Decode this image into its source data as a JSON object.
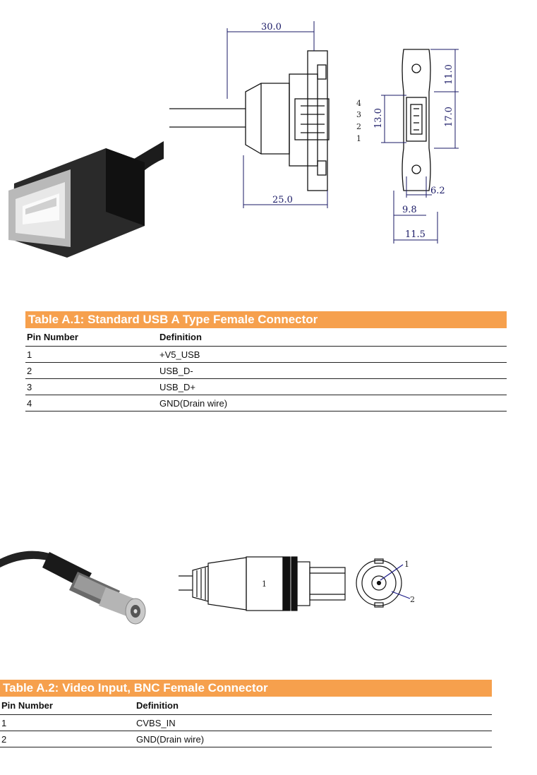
{
  "usb": {
    "dims": {
      "d30": "30.0",
      "d25": "25.0",
      "d11": "11.0",
      "d17": "17.0",
      "d13": "13.0",
      "d62": "6.2",
      "d98": "9.8",
      "d115": "11.5"
    },
    "pins": [
      "4",
      "3",
      "2",
      "1"
    ]
  },
  "table1": {
    "caption": "Table A.1: Standard USB A Type Female Connector",
    "col1": "Pin Number",
    "col2": "Definition",
    "rows": [
      {
        "pin": "1",
        "def": "+V5_USB"
      },
      {
        "pin": "2",
        "def": "USB_D-"
      },
      {
        "pin": "3",
        "def": "USB_D+"
      },
      {
        "pin": "4",
        "def": "GND(Drain wire)"
      }
    ]
  },
  "bnc": {
    "body_label": "1",
    "pin1": "1",
    "pin2": "2"
  },
  "table2": {
    "caption": "Table A.2: Video Input, BNC Female Connector",
    "col1": "Pin Number",
    "col2": "Definition",
    "rows": [
      {
        "pin": "1",
        "def": "CVBS_IN"
      },
      {
        "pin": "2",
        "def": "GND(Drain wire)"
      }
    ]
  }
}
